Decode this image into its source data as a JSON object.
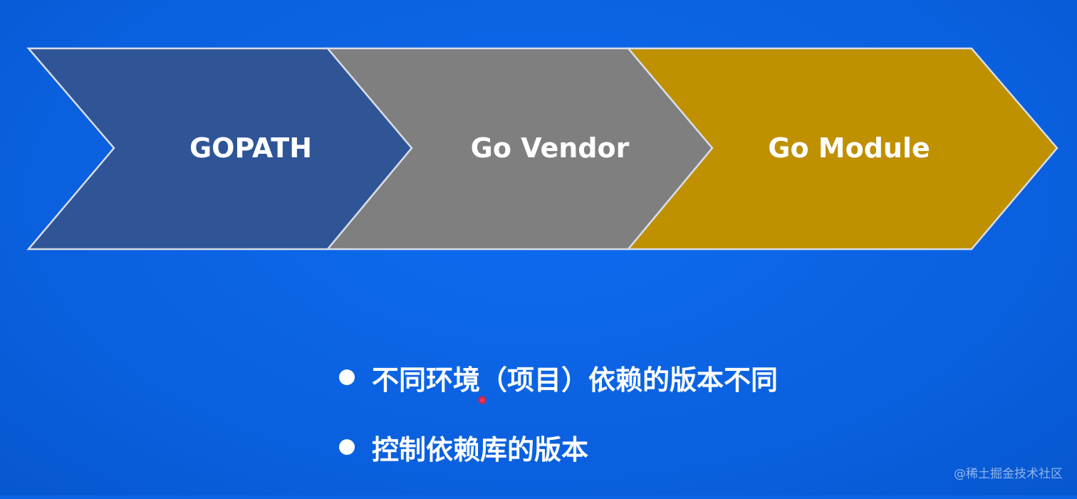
{
  "diagram": {
    "stages": [
      {
        "label": "GOPATH",
        "fill": "#2f5597"
      },
      {
        "label": "Go Vendor",
        "fill": "#7f7f7f"
      },
      {
        "label": "Go Module",
        "fill": "#bf9000"
      }
    ],
    "outline_color": "#d9dde8"
  },
  "bullets": [
    "不同环境（项目）依赖的版本不同",
    "控制依赖库的版本"
  ],
  "watermark": "@稀土掘金技术社区"
}
